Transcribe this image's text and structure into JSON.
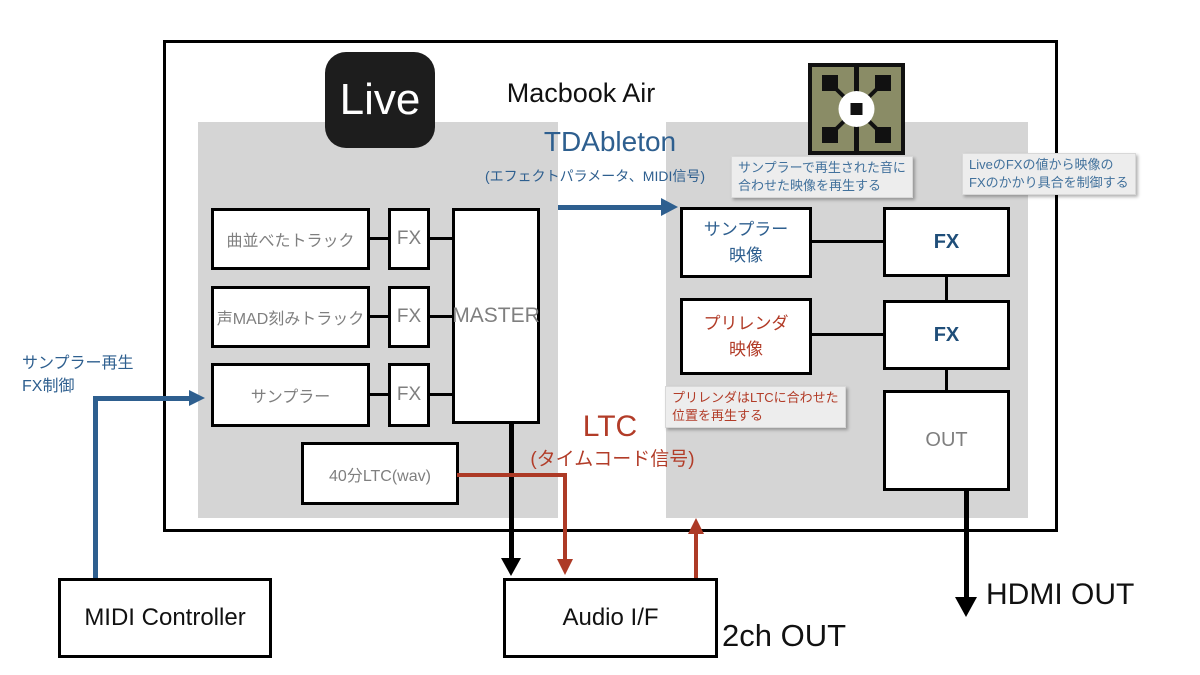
{
  "window": {
    "title": "Macbook Air"
  },
  "live_icon": {
    "label": "Live"
  },
  "ableton_panel": {
    "track1": "曲並べたトラック",
    "track2": "声MAD刻みトラック",
    "track3": "サンプラー",
    "fx1": "FX",
    "fx2": "FX",
    "fx3": "FX",
    "master": "MASTER",
    "ltc_wav": "40分LTC(wav)"
  },
  "td_panel": {
    "sampler_video_line1": "サンプラー",
    "sampler_video_line2": "映像",
    "prerender_line1": "プリレンダ",
    "prerender_line2": "映像",
    "fx_a": "FX",
    "fx_b": "FX",
    "out": "OUT"
  },
  "connections": {
    "tdableton": {
      "label": "TDAbleton",
      "sublabel": "(エフェクトパラメータ、MIDI信号)"
    },
    "ltc": {
      "label": "LTC",
      "sublabel": "(タイムコード信号)"
    },
    "midi": {
      "line1": "サンプラー再生",
      "line2": "FX制御"
    }
  },
  "annotations": {
    "sampler_note_line1": "サンプラーで再生された音に",
    "sampler_note_line2": "合わせた映像を再生する",
    "fx_note_line1": "LiveのFXの値から映像の",
    "fx_note_line2": "FXのかかり具合を制御する",
    "prerender_note_line1": "プリレンダはLTCに合わせた",
    "prerender_note_line2": "位置を再生する"
  },
  "external": {
    "midi_controller": "MIDI Controller",
    "audio_if": "Audio I/F",
    "ch_out": "2ch OUT",
    "hdmi_out": "HDMI OUT"
  },
  "colors": {
    "arrow_blue": "#2e5f8f",
    "fx_dark_blue": "#1f4e79",
    "arrow_red": "#ad3a26",
    "red_text": "#b23c28",
    "blue_text": "#41719c",
    "gray_box_text": "#7f7f7f",
    "panel_gray": "#d5d5d5",
    "note_bg": "#ededed",
    "live_icon_bg": "#1d1d1d",
    "td_icon_olive": "#8a8c66"
  }
}
